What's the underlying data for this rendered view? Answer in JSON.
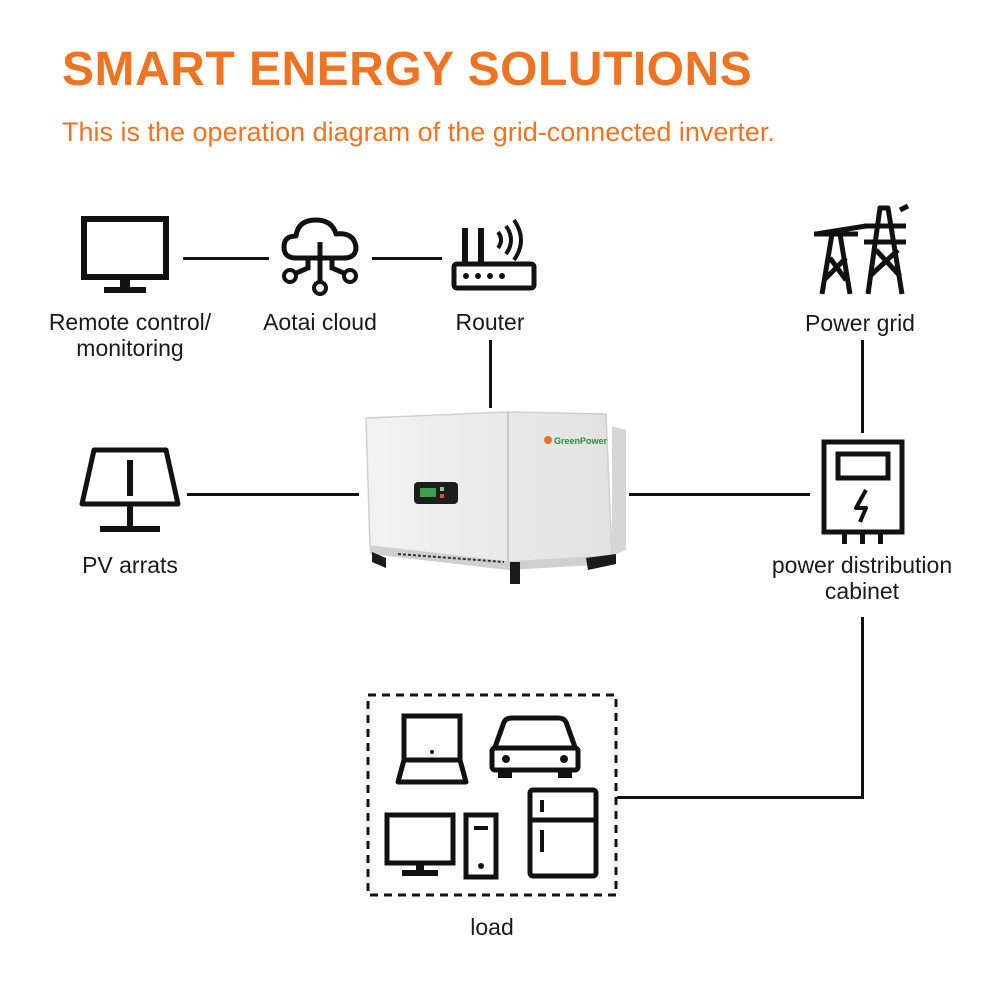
{
  "header": {
    "title": "SMART ENERGY SOLUTIONS",
    "subtitle": "This is the operation diagram of the grid-connected inverter."
  },
  "nodes": {
    "remote": {
      "line1": "Remote control/",
      "line2": "monitoring",
      "icon": "monitor-icon"
    },
    "cloud": {
      "label": "Aotai cloud",
      "icon": "cloud-network-icon"
    },
    "router": {
      "label": "Router",
      "icon": "router-icon"
    },
    "grid": {
      "label": "Power grid",
      "icon": "power-tower-icon"
    },
    "pv": {
      "label": "PV arrats",
      "icon": "solar-panel-icon"
    },
    "inverter": {
      "brand": "GreenPower",
      "icon": "inverter-icon"
    },
    "cabinet": {
      "line1": "power distribution",
      "line2": "cabinet",
      "icon": "distribution-cabinet-icon"
    },
    "load": {
      "label": "load",
      "icons": [
        "laptop-icon",
        "car-icon",
        "desktop-computer-icon",
        "refrigerator-icon"
      ]
    }
  },
  "colors": {
    "accent": "#EE7424",
    "line": "#111111"
  }
}
